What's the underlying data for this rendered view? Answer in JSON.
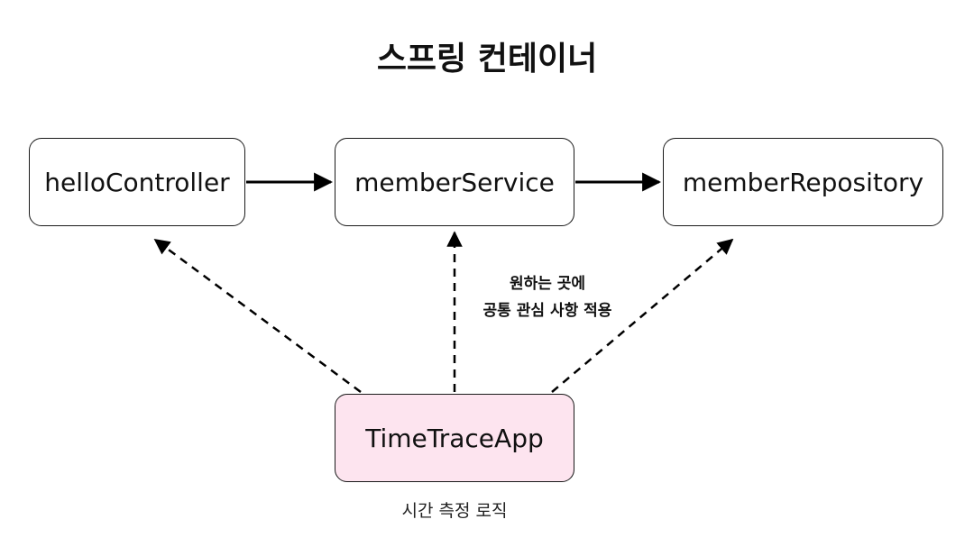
{
  "title": "스프링 컨테이너",
  "nodes": {
    "hello_controller": "helloController",
    "member_service": "memberService",
    "member_repository": "memberRepository",
    "time_trace_app": "TimeTraceApp"
  },
  "annotation": {
    "line1": "원하는 곳에",
    "line2": "공통 관심 사항 적용"
  },
  "caption": "시간 측정 로직",
  "colors": {
    "highlight_fill": "#fde4ef",
    "stroke": "#1a1a1a"
  }
}
